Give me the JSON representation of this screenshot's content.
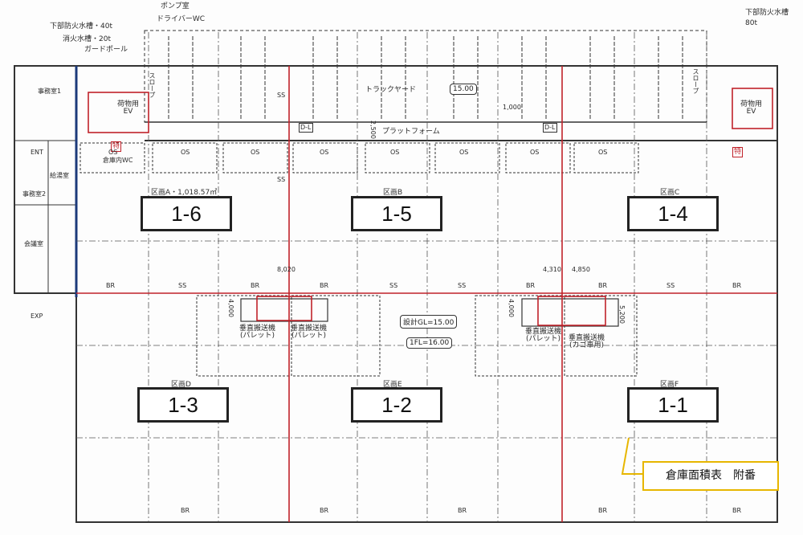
{
  "annotations": {
    "pump_room": "ポンプ室",
    "driver_wc": "ドライバーWC",
    "fire_tank_left": "下部防火水槽・40t",
    "fire_water_tank": "消火水槽・20t",
    "guard_pole": "ガードポール",
    "fire_tank_right_1": "下部防火水槽",
    "fire_tank_right_2": "80t",
    "warehouse_wc": "倉庫内WC"
  },
  "rooms": {
    "office1": "事務室1",
    "ent": "ENT",
    "kitchen": "給湯室",
    "office2": "事務室2",
    "meeting": "会議室",
    "exp": "EXP",
    "ev_left_1": "荷物用",
    "ev_left_2": "EV",
    "ev_right_1": "荷物用",
    "ev_right_2": "EV",
    "special": "特",
    "truck_yard": "トラックヤード",
    "truck_yard_level": "15.00",
    "platform": "プラットフォーム",
    "slope": "スロープ",
    "dl": "D-L"
  },
  "dimensions": {
    "yard_1000": "1,000",
    "platform_2500": "2,500",
    "d8020": "8,020",
    "d4000a": "4,000",
    "d4310": "4,310",
    "d4850": "4,850",
    "d4000b": "4,000",
    "d5200": "5,200"
  },
  "conveyors": {
    "pallet_1": "垂直搬送機",
    "pallet_sub": "(パレット)",
    "cage_sub": "(カゴ車用)",
    "design_gl": "設計GL=15.00",
    "first_fl": "1FL=16.00"
  },
  "grid_marks": {
    "os": "OS",
    "ss": "SS",
    "br": "BR"
  },
  "zones": [
    {
      "label": "区画A・1,018.57㎡",
      "number": "1-6"
    },
    {
      "label": "区画B",
      "number": "1-5"
    },
    {
      "label": "区画C",
      "number": "1-4"
    },
    {
      "label": "区画D",
      "number": "1-3"
    },
    {
      "label": "区画E",
      "number": "1-2"
    },
    {
      "label": "区画F",
      "number": "1-1"
    }
  ],
  "callout": {
    "text": "倉庫面積表　附番",
    "color": "#e7b600"
  },
  "colors": {
    "zone_line": "#c0222a",
    "wall": "#333333"
  }
}
